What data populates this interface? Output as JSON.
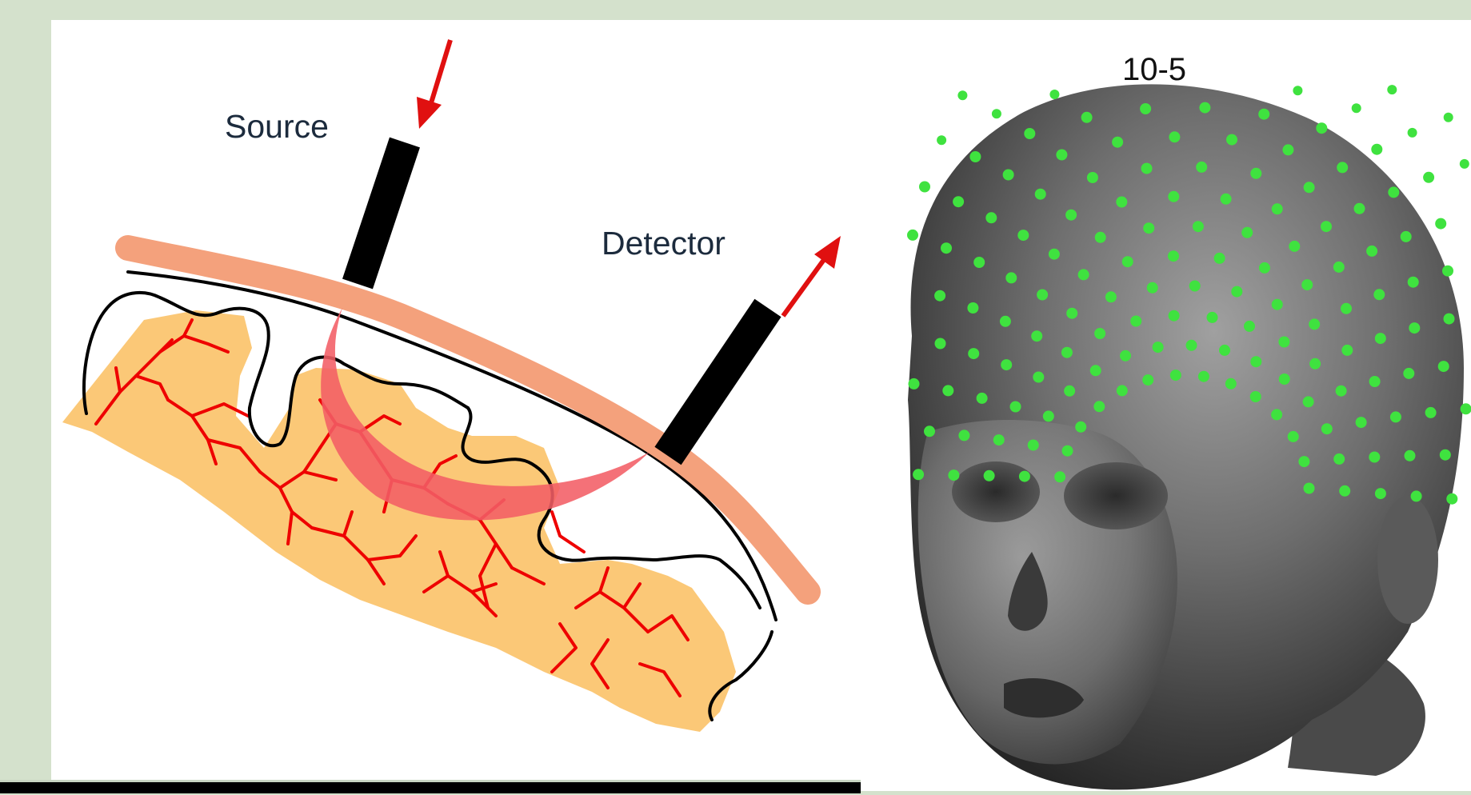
{
  "diagram": {
    "source_label": "Source",
    "detector_label": "Detector"
  },
  "head_model": {
    "montage_label": "10-5"
  },
  "colors": {
    "background": "#d4e1cc",
    "scalp": "#f4a17c",
    "brain": "#fbc877",
    "vessels": "#ee0000",
    "light_path": "#f35d65",
    "arrow": "#e01010",
    "electrode": "#3fe23f",
    "probe": "#000000"
  }
}
